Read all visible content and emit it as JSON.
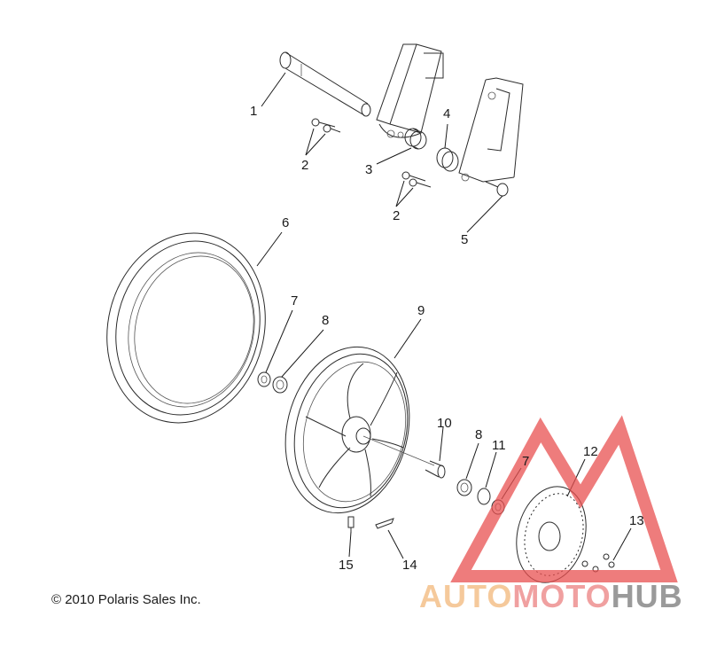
{
  "callouts": {
    "c1": "1",
    "c2a": "2",
    "c2b": "2",
    "c3": "3",
    "c4": "4",
    "c5": "5",
    "c6": "6",
    "c7a": "7",
    "c7b": "7",
    "c8a": "8",
    "c8b": "8",
    "c9": "9",
    "c10": "10",
    "c11": "11",
    "c12": "12",
    "c13": "13",
    "c14": "14",
    "c15": "15"
  },
  "copyright": "© 2010 Polaris Sales Inc.",
  "watermark": {
    "part1": "AUTO",
    "part2": "MOTO",
    "part3": "HUB",
    "colors": {
      "part1": "#f5c99b",
      "part2": "#f0a0a0",
      "part3": "#9a9a9a",
      "triangle": "#e85050"
    }
  }
}
